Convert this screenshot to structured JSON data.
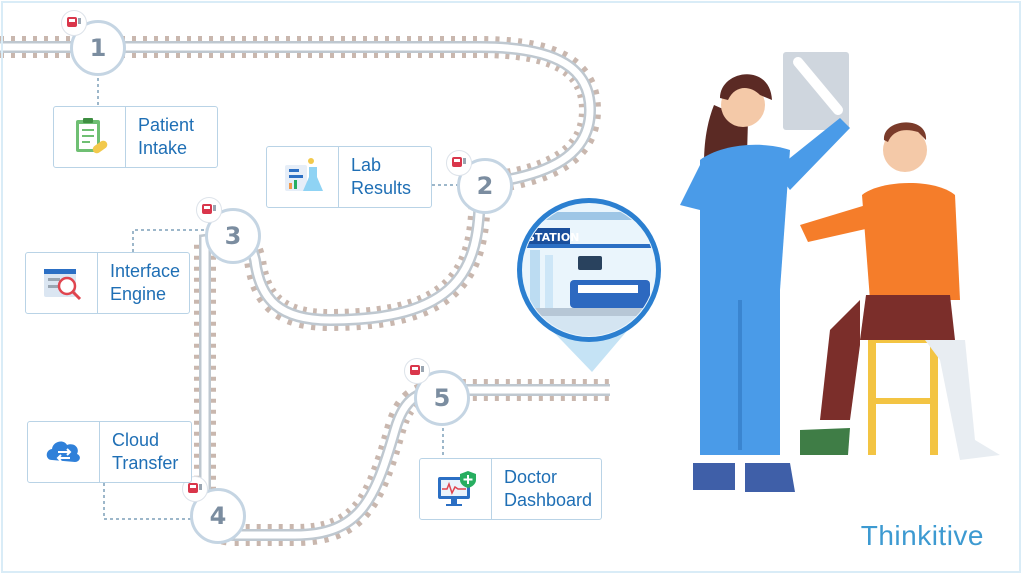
{
  "steps": [
    {
      "number": "1",
      "label": "Patient\nIntake",
      "icon": "clipboard-pill-icon"
    },
    {
      "number": "2",
      "label": "Lab\nResults",
      "icon": "lab-flask-icon"
    },
    {
      "number": "3",
      "label": "Interface\nEngine",
      "icon": "interface-engine-icon"
    },
    {
      "number": "4",
      "label": "Cloud\nTransfer",
      "icon": "cloud-transfer-icon"
    },
    {
      "number": "5",
      "label": "Doctor\nDashboard",
      "icon": "doctor-monitor-icon"
    }
  ],
  "station": {
    "sign": "STATION"
  },
  "brand": {
    "name": "Thinkitive"
  },
  "colors": {
    "accent": "#1f6fb5",
    "track": "#c9b7ae",
    "card_border": "#b9d3e6",
    "brand": "#3d9ad1",
    "stop_number": "#7b8da0"
  }
}
